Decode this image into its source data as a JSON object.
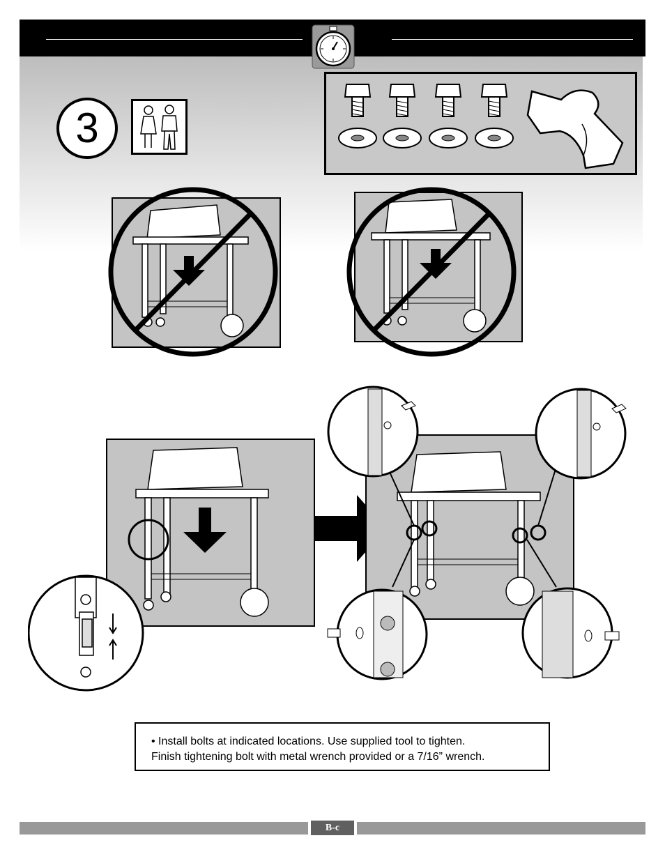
{
  "header": {
    "stopwatch_icon": "stopwatch-icon"
  },
  "step": {
    "number": "3",
    "people_icon": "two-people-icon"
  },
  "parts": {
    "bolts": 4,
    "washers": 4,
    "tool_icon": "wrench-tool-icon"
  },
  "instructions": {
    "line1": "• Install bolts at indicated locations. Use supplied tool to tighten.",
    "line2": "Finish tightening bolt with metal wrench provided or a 7/16” wrench."
  },
  "page": {
    "number": "B-c"
  }
}
